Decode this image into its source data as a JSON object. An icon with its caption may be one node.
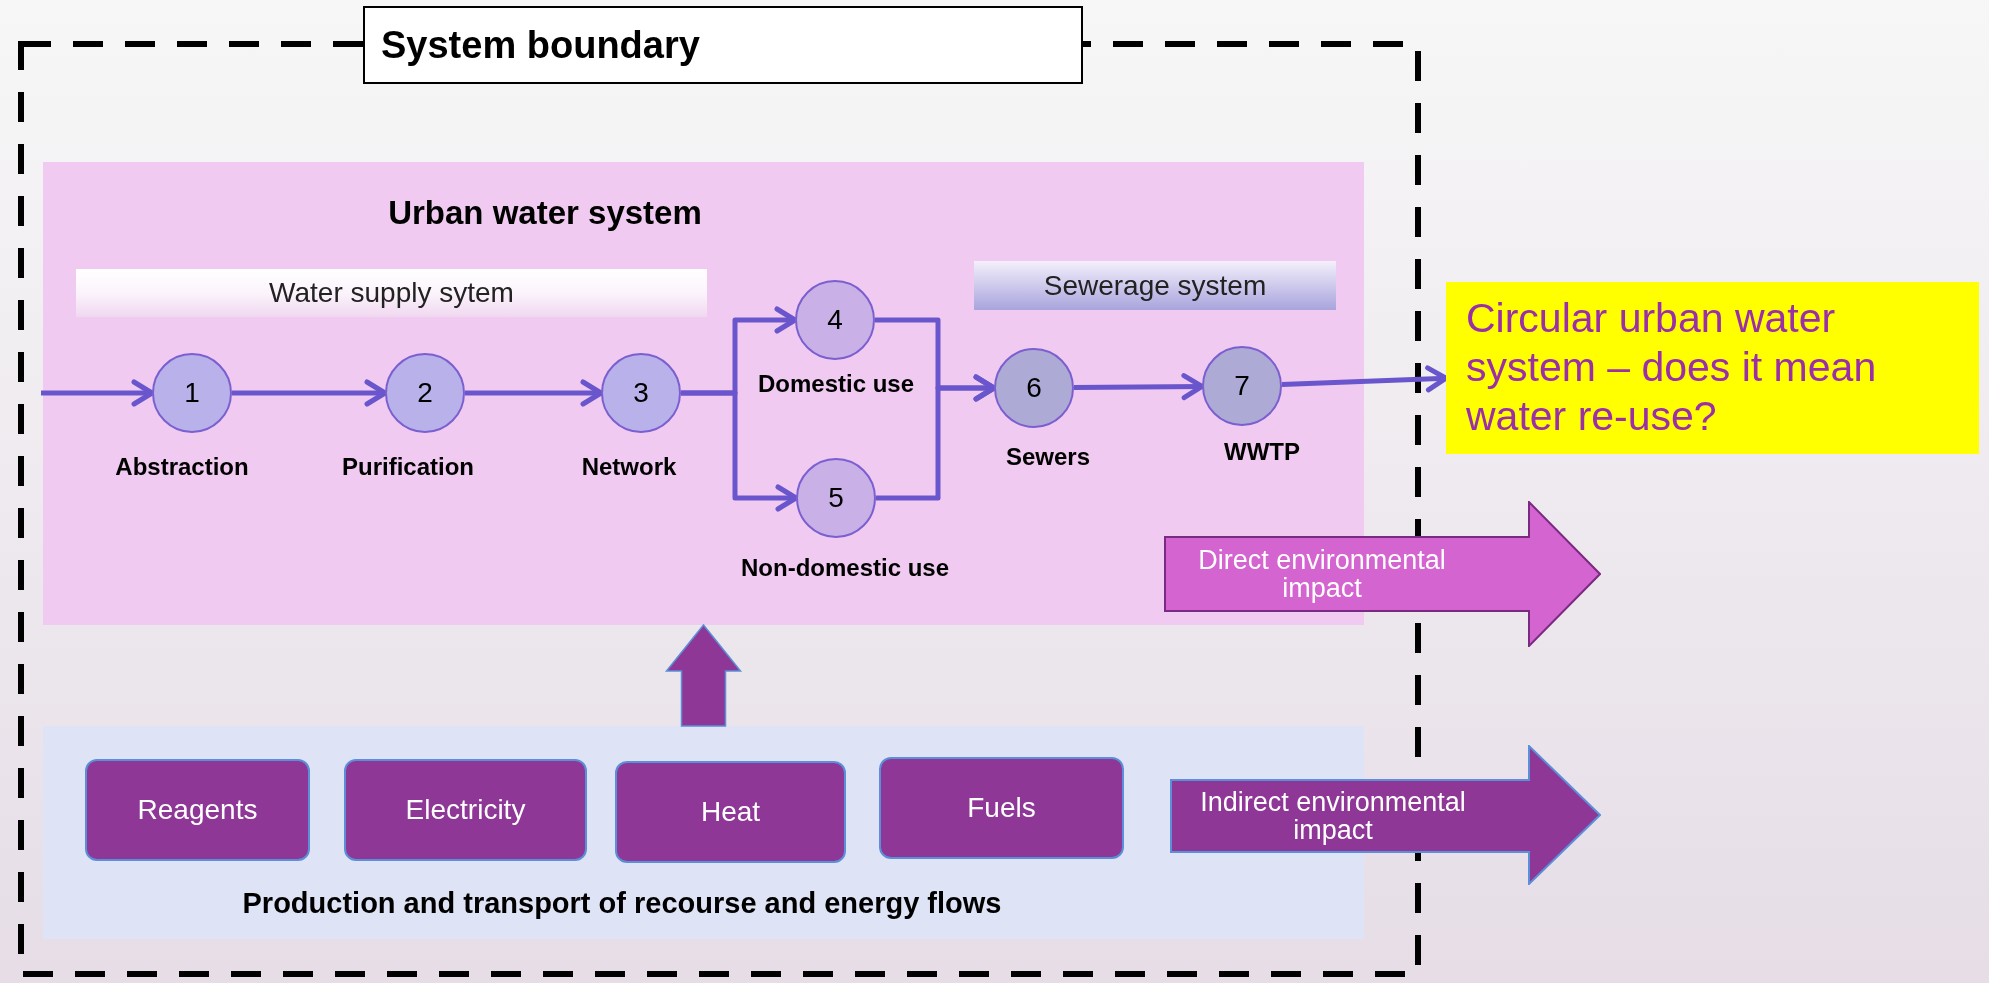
{
  "diagram": {
    "nodes": [
      {
        "text": [
          "System boundary"
        ]
      },
      {
        "text": [
          "Urban water system"
        ],
        "in": 0
      },
      {
        "text": [
          "Water supply sytem"
        ],
        "in": 1
      },
      {
        "text": [
          "Sewerage system"
        ],
        "in": 1
      },
      {
        "text": [
          "1"
        ],
        "beside": [
          "Abstraction"
        ],
        "in": 1
      },
      {
        "text": [
          "2"
        ],
        "beside": [
          "Purification"
        ],
        "in": 1
      },
      {
        "text": [
          "3"
        ],
        "beside": [
          "Network"
        ],
        "in": 1
      },
      {
        "text": [
          "4"
        ],
        "beside": [
          "Domestic use"
        ],
        "in": 1
      },
      {
        "text": [
          "5"
        ],
        "beside": [
          "Non-domestic use"
        ],
        "in": 1
      },
      {
        "text": [
          "6"
        ],
        "beside": [
          "Sewers"
        ],
        "in": 1
      },
      {
        "text": [
          "7"
        ],
        "beside": [
          "WWTP"
        ],
        "in": 1
      },
      {
        "text": [
          "Production and transport of recourse and energy flows"
        ],
        "in": 0
      },
      {
        "text": [
          "Reagents"
        ],
        "in": 11
      },
      {
        "text": [
          "Electricity"
        ],
        "in": 11
      },
      {
        "text": [
          "Heat"
        ],
        "in": 11
      },
      {
        "text": [
          "Fuels"
        ],
        "in": 11
      },
      {
        "text": [
          "Circular urban water system – does it mean water re-use?"
        ]
      },
      {
        "text": [
          "Direct environmental impact"
        ]
      },
      {
        "text": [
          "Indirect environmental impact"
        ]
      }
    ],
    "edges": [
      {
        "from": null,
        "to": 4,
        "arrow": "to"
      },
      {
        "from": 4,
        "to": 5,
        "arrow": "to"
      },
      {
        "from": 5,
        "to": 6,
        "arrow": "to"
      },
      {
        "from": 6,
        "to": 7,
        "arrow": "to"
      },
      {
        "from": 6,
        "to": 8,
        "arrow": "to"
      },
      {
        "from": 7,
        "to": 9,
        "arrow": "to"
      },
      {
        "from": 8,
        "to": 9,
        "arrow": "to"
      },
      {
        "from": 9,
        "to": 10,
        "arrow": "to"
      },
      {
        "from": 10,
        "to": 16,
        "arrow": "to"
      },
      {
        "from": 11,
        "to": 1,
        "arrow": "to",
        "style": "thick",
        "color": "#8e3796"
      }
    ]
  }
}
